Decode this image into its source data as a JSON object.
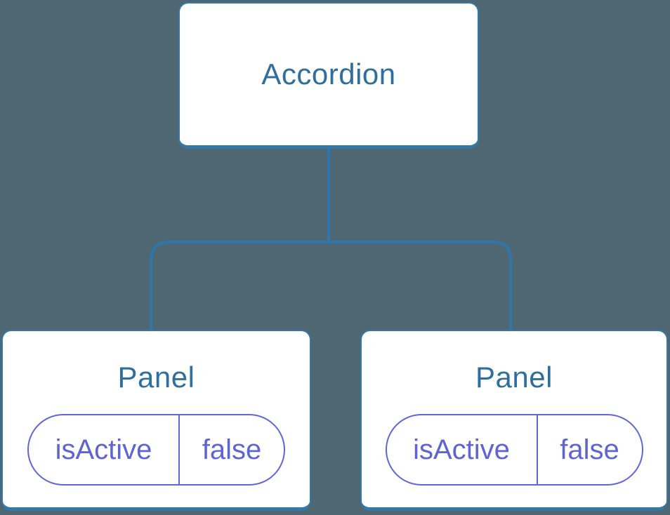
{
  "diagram": {
    "type": "component-tree",
    "background_color": "#4E6772",
    "line_color": "#2E76AB",
    "node_border_color": "#3478A8",
    "node_text_color": "#2F6F9E",
    "state_accent_color": "#6166D6",
    "root": {
      "label": "Accordion"
    },
    "children": [
      {
        "label": "Panel",
        "state": {
          "key": "isActive",
          "value": "false"
        }
      },
      {
        "label": "Panel",
        "state": {
          "key": "isActive",
          "value": "false"
        }
      }
    ]
  }
}
